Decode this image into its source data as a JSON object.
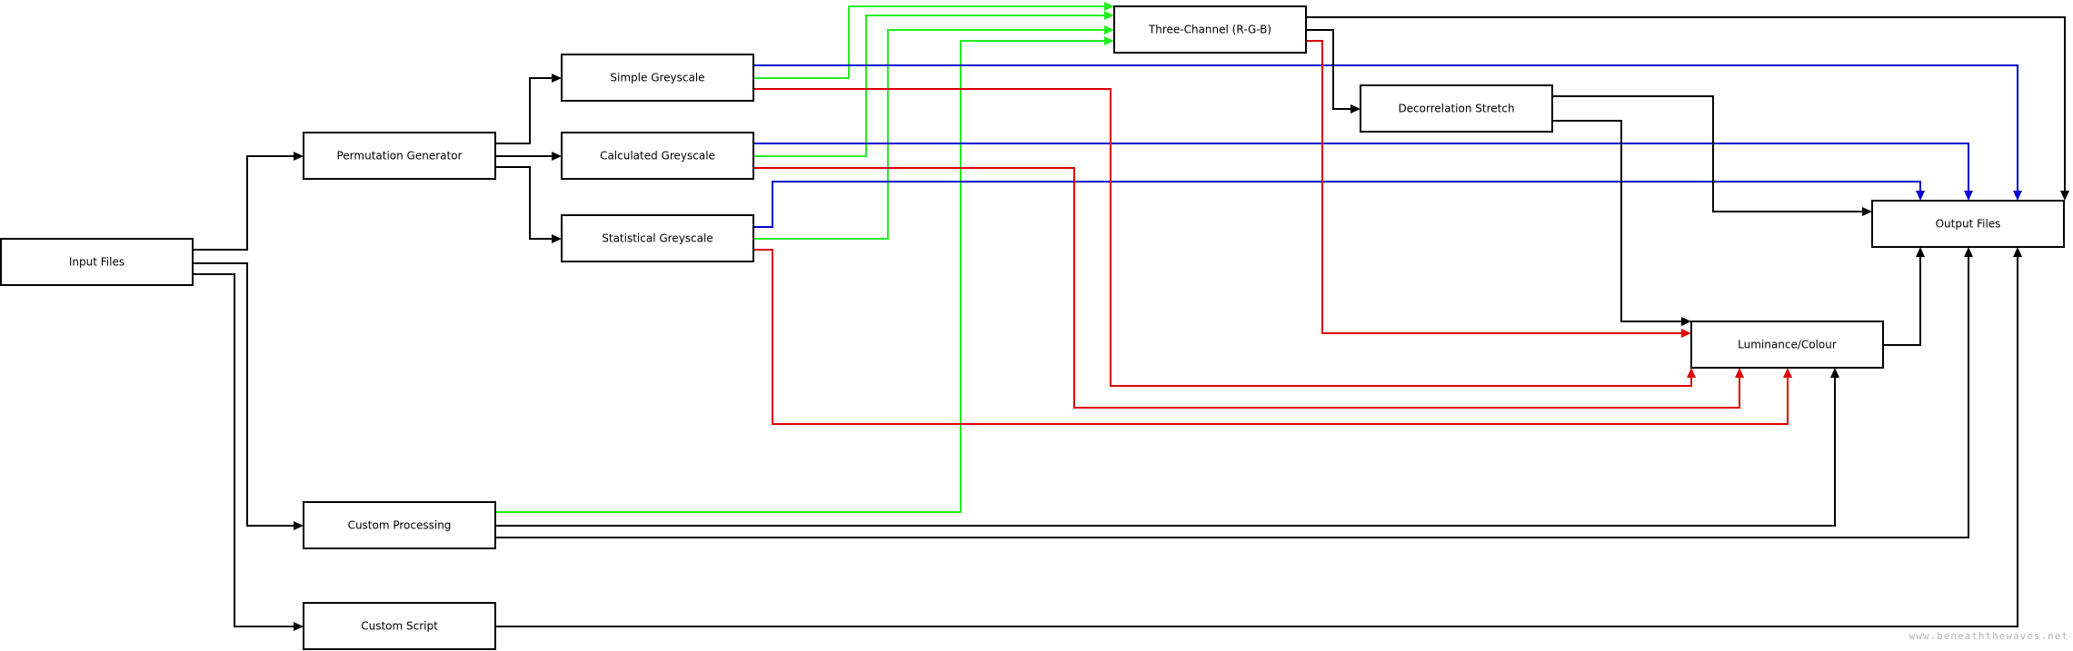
{
  "colors": {
    "black": "#000000",
    "blue": "#0000cc",
    "red": "#dd0000",
    "green": "#22ee22"
  },
  "nodes": {
    "input": {
      "label": "Input Files"
    },
    "perm": {
      "label": "Permutation Generator"
    },
    "simple": {
      "label": "Simple Greyscale"
    },
    "calc": {
      "label": "Calculated Greyscale"
    },
    "stat": {
      "label": "Statistical Greyscale"
    },
    "rgb": {
      "label": "Three-Channel (R-G-B)"
    },
    "decorr": {
      "label": "Decorrelation Stretch"
    },
    "output": {
      "label": "Output Files"
    },
    "lum": {
      "label": "Luminance/Colour"
    },
    "cproc": {
      "label": "Custom Processing"
    },
    "cscript": {
      "label": "Custom Script"
    }
  },
  "edges": [
    {
      "from": "input",
      "to": "perm",
      "color": "black"
    },
    {
      "from": "input",
      "to": "cproc",
      "color": "black"
    },
    {
      "from": "input",
      "to": "cscript",
      "color": "black"
    },
    {
      "from": "perm",
      "to": "simple",
      "color": "black"
    },
    {
      "from": "perm",
      "to": "calc",
      "color": "black"
    },
    {
      "from": "perm",
      "to": "stat",
      "color": "black"
    },
    {
      "from": "simple",
      "to": "rgb",
      "color": "green"
    },
    {
      "from": "calc",
      "to": "rgb",
      "color": "green"
    },
    {
      "from": "stat",
      "to": "rgb",
      "color": "green"
    },
    {
      "from": "cproc",
      "to": "rgb",
      "color": "green"
    },
    {
      "from": "simple",
      "to": "output",
      "color": "blue"
    },
    {
      "from": "calc",
      "to": "output",
      "color": "blue"
    },
    {
      "from": "stat",
      "to": "output",
      "color": "blue"
    },
    {
      "from": "simple",
      "to": "lum",
      "color": "red"
    },
    {
      "from": "calc",
      "to": "lum",
      "color": "red"
    },
    {
      "from": "stat",
      "to": "lum",
      "color": "red"
    },
    {
      "from": "rgb",
      "to": "lum",
      "color": "red"
    },
    {
      "from": "rgb",
      "to": "output",
      "color": "black"
    },
    {
      "from": "rgb",
      "to": "decorr",
      "color": "black"
    },
    {
      "from": "decorr",
      "to": "output",
      "color": "black"
    },
    {
      "from": "decorr",
      "to": "lum",
      "color": "black"
    },
    {
      "from": "lum",
      "to": "output",
      "color": "black"
    },
    {
      "from": "cproc",
      "to": "lum",
      "color": "black"
    },
    {
      "from": "cproc",
      "to": "output",
      "color": "black"
    },
    {
      "from": "cscript",
      "to": "output",
      "color": "black"
    }
  ],
  "watermark": "www.beneaththewaves.net"
}
